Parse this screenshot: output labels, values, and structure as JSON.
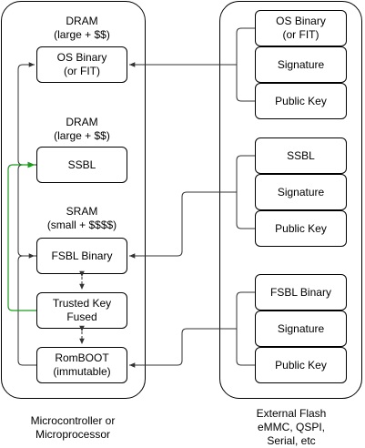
{
  "left_panel": {
    "caption": "Microcontroller or\nMicroprocessor",
    "dram_label_1": "DRAM\n(large + $$)",
    "dram_label_2": "DRAM\n(large + $$)",
    "sram_label": "SRAM\n(small + $$$$)",
    "boxes": {
      "os_binary": "OS Binary\n(or FIT)",
      "ssbl": "SSBL",
      "fsbl_binary": "FSBL Binary",
      "trusted_key": "Trusted Key\nFused",
      "romboot": "RomBOOT\n(immutable)"
    }
  },
  "right_panel": {
    "caption": "External Flash\neMMC, QSPI,\nSerial, etc",
    "group1": [
      "OS Binary\n(or FIT)",
      "Signature",
      "Public Key"
    ],
    "group2": [
      "SSBL",
      "Signature",
      "Public Key"
    ],
    "group3": [
      "FSBL Binary",
      "Signature",
      "Public Key"
    ]
  },
  "colors": {
    "line": "#333333",
    "trust_line": "#1a9e1a",
    "dashed": "#333333"
  }
}
